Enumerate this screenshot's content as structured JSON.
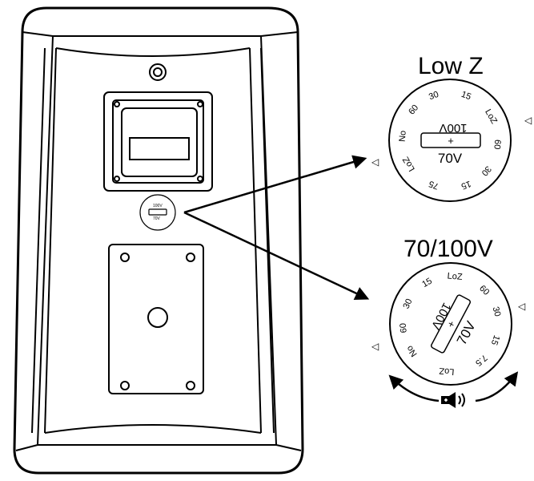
{
  "labels": {
    "low_z_title": "Low Z",
    "v70_100_title": "70/100V"
  },
  "dial_low_z": {
    "window_top": "100V",
    "window_center": "+",
    "window_bottom": "70V",
    "taps": [
      "15",
      "30",
      "60",
      "No",
      "LoZ",
      "75",
      "15",
      "30",
      "60",
      "LoZ"
    ]
  },
  "dial_70_100": {
    "window_top": "100V",
    "window_center": "+",
    "window_bottom": "70V",
    "taps": [
      "LoZ",
      "60",
      "30",
      "15",
      "7.5",
      "LoZ",
      "No",
      "60",
      "30",
      "15"
    ]
  },
  "icons": [
    "speaker-volume-icon",
    "rotate-left-arrow-icon",
    "rotate-right-arrow-icon"
  ]
}
